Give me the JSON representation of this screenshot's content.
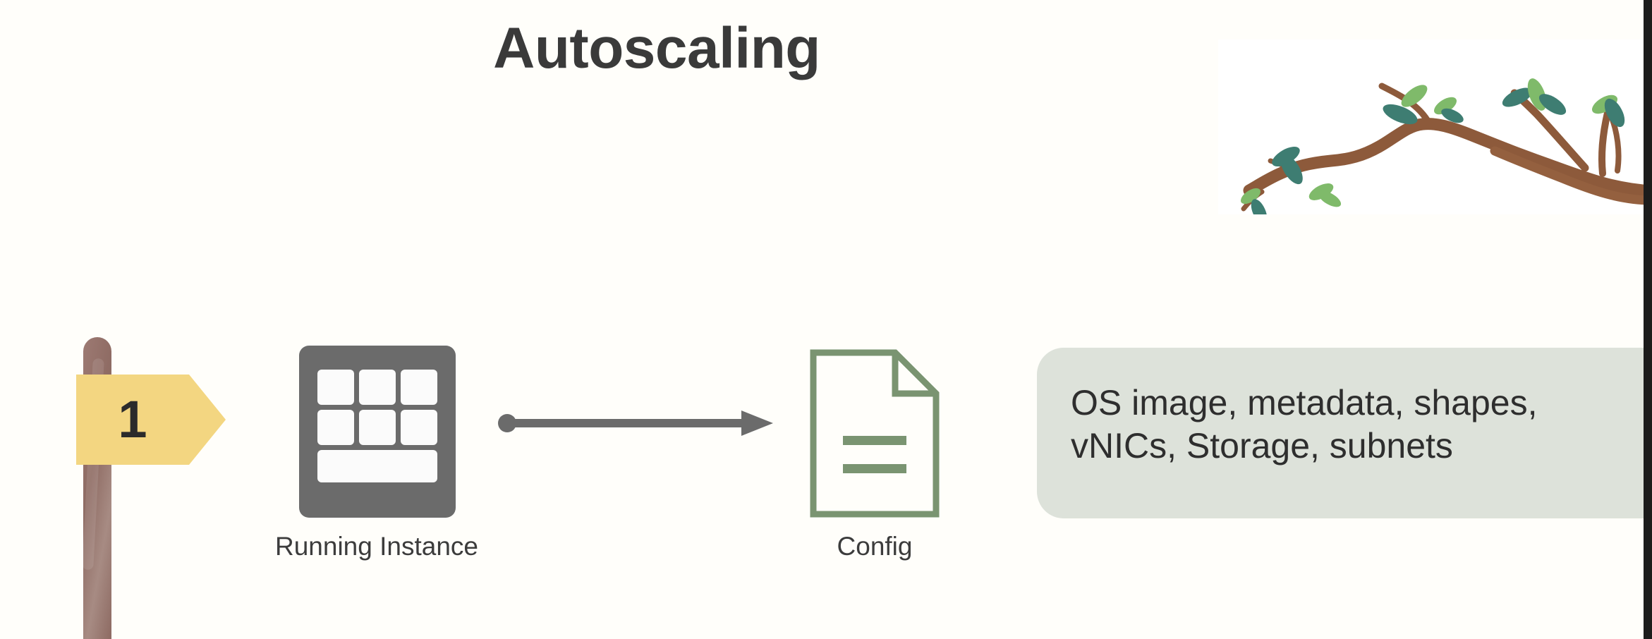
{
  "slide": {
    "title": "Autoscaling",
    "background_color": "#fffefa",
    "edge_strip_color": "#1c1c1c"
  },
  "signpost": {
    "number": "1",
    "flag_color": "#f3d681",
    "post_color": "#9d7a73"
  },
  "nodes": [
    {
      "id": "running-instance",
      "label": "Running Instance",
      "icon": "grid-instance-icon",
      "color": "#6b6b6b"
    },
    {
      "id": "config",
      "label": "Config",
      "icon": "document-config-icon",
      "color": "#7a9471"
    }
  ],
  "connector": {
    "icon": "arrow-right-icon",
    "color": "#6b6b6b",
    "from": "running-instance",
    "to": "config"
  },
  "callout": {
    "text": "OS image, metadata, shapes,\nvNICs, Storage, subnets",
    "background_color": "#dde2da",
    "text_color": "#2e2e2e"
  },
  "decoration": {
    "branch": {
      "icon": "tree-branch-icon",
      "branch_color": "#8d5a3b",
      "leaf_colors": [
        "#3e7d72",
        "#7fba6a"
      ],
      "panel_color": "#ffffff"
    }
  }
}
